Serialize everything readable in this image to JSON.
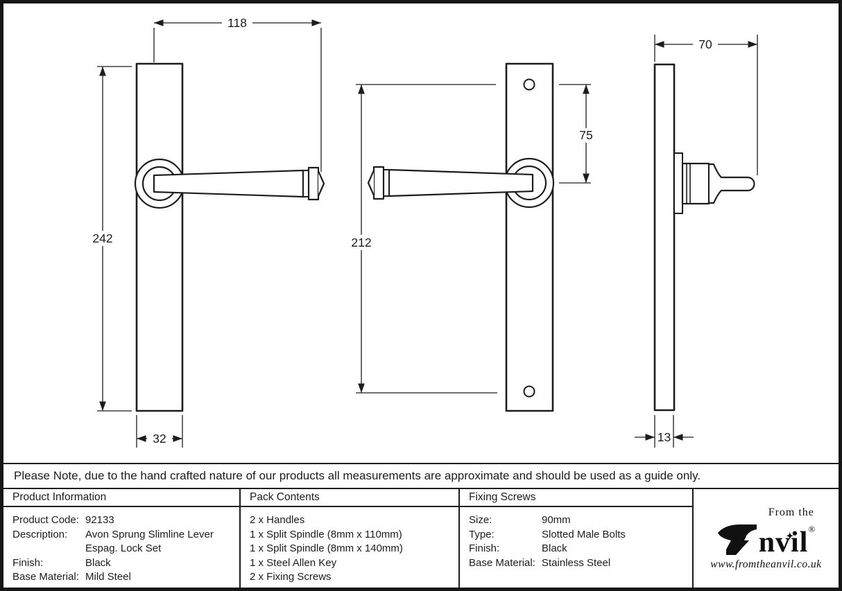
{
  "drawing": {
    "dims": {
      "lever_length": "118",
      "plate_height": "242",
      "plate_width": "32",
      "hole_offset": "75",
      "hole_spacing": "212",
      "side_projection": "70",
      "side_plate_thickness": "13"
    }
  },
  "note": {
    "text": "Please Note, due to the hand crafted nature of our products all measurements are approximate and should be used as a guide only."
  },
  "table": {
    "product_information": {
      "header": "Product Information",
      "rows": [
        {
          "label": "Product Code:",
          "value": "92133"
        },
        {
          "label": "Description:",
          "value": "Avon Sprung Slimline Lever"
        },
        {
          "label": "",
          "value": "Espag. Lock Set"
        },
        {
          "label": "Finish:",
          "value": "Black"
        },
        {
          "label": "Base Material:",
          "value": "Mild Steel"
        }
      ]
    },
    "pack_contents": {
      "header": "Pack Contents",
      "items": [
        "2 x Handles",
        "1 x Split Spindle (8mm x 110mm)",
        "1 x Split Spindle (8mm x 140mm)",
        "1 x Steel Allen Key",
        "2 x Fixing Screws"
      ]
    },
    "fixing_screws": {
      "header": "Fixing Screws",
      "rows": [
        {
          "label": "Size:",
          "value": "90mm"
        },
        {
          "label": "Type:",
          "value": "Slotted Male Bolts"
        },
        {
          "label": "Finish:",
          "value": "Black"
        },
        {
          "label": "Base Material:",
          "value": "Stainless Steel"
        }
      ]
    }
  },
  "logo": {
    "prefix": "From the",
    "brand": "Anvil",
    "brand_rest": "nvil",
    "registered": "®",
    "diamond": "✦",
    "url": "www.fromtheanvil.co.uk"
  },
  "colors": {
    "line": "#1d1d1d",
    "background": "#ffffff"
  }
}
